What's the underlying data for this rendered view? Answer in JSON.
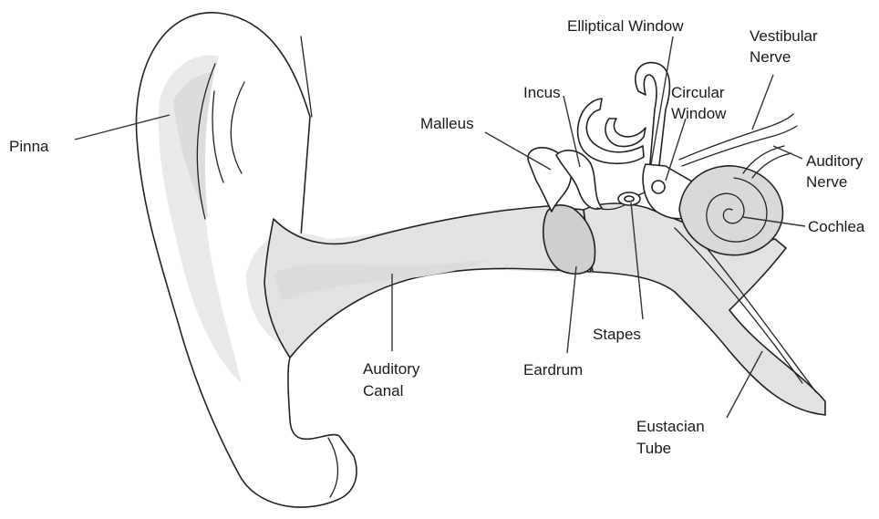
{
  "labels": {
    "pinna": "Pinna",
    "malleus": "Malleus",
    "incus": "Incus",
    "elliptical_window": "Elliptical Window",
    "circular_window_l1": "Circular",
    "circular_window_l2": "Window",
    "vestibular_nerve_l1": "Vestibular",
    "vestibular_nerve_l2": "Nerve",
    "auditory_nerve_l1": "Auditory",
    "auditory_nerve_l2": "Nerve",
    "cochlea": "Cochlea",
    "stapes": "Stapes",
    "eardrum": "Eardrum",
    "auditory_canal_l1": "Auditory",
    "auditory_canal_l2": "Canal",
    "eustacian_tube_l1": "Eustacian",
    "eustacian_tube_l2": "Tube"
  }
}
